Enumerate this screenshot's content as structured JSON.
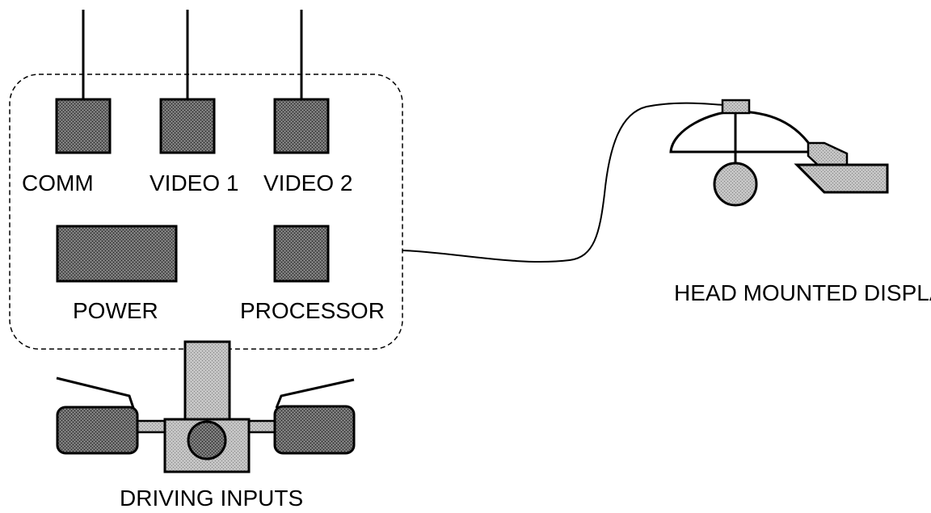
{
  "diagram": {
    "labels": {
      "comm": "COMM",
      "video1": "VIDEO 1",
      "video2": "VIDEO 2",
      "power": "POWER",
      "processor": "PROCESSOR",
      "hmd": "HEAD MOUNTED DISPLAY",
      "driving": "DRIVING INPUTS"
    },
    "colors": {
      "ink": "#000000",
      "dark_fill": "#5a5a5a",
      "light_fill": "#b8b8b8",
      "background": "#ffffff"
    }
  }
}
